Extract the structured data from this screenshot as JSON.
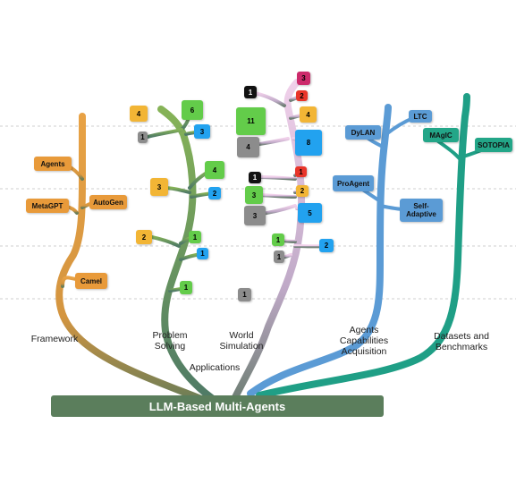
{
  "base_label": "LLM-Based Multi-Agents",
  "applications_label": "Applications",
  "branches": {
    "framework": {
      "label": "Framework",
      "color": "#e8a245",
      "nodes": [
        "Agents",
        "MetaGPT",
        "AutoGen",
        "Camel"
      ]
    },
    "problem_solving": {
      "label": "Problem\nSolving",
      "counts": [
        "4",
        "6",
        "1",
        "3",
        "3",
        "4",
        "2",
        "2",
        "1",
        "1",
        "1"
      ]
    },
    "world_simulation": {
      "label": "World\nSimulation",
      "counts": [
        "3",
        "1",
        "2",
        "11",
        "4",
        "4",
        "8",
        "1",
        "1",
        "3",
        "2",
        "3",
        "5",
        "1",
        "2",
        "1",
        "1"
      ]
    },
    "agents_capabilities": {
      "label": "Agents\nCapabilities\nAcquisition",
      "color": "#5b9bd5",
      "nodes": [
        "DyLAN",
        "LTC",
        "ProAgent",
        "Self-\nAdaptive"
      ]
    },
    "datasets": {
      "label": "Datasets and\nBenchmarks",
      "color": "#1f9f86",
      "nodes": [
        "MAgIC",
        "SOTOPIA"
      ]
    }
  },
  "colors": {
    "orange": "#f2b535",
    "green": "#63cc4a",
    "blue": "#22a2ef",
    "gray": "#8c8c8c",
    "black": "#111111",
    "red": "#e8352a",
    "magenta": "#cc2a6b",
    "framework_node": "#e89a3a",
    "cap_node": "#5b9bd5",
    "data_node": "#23a688",
    "base": "#5b7e5c"
  }
}
